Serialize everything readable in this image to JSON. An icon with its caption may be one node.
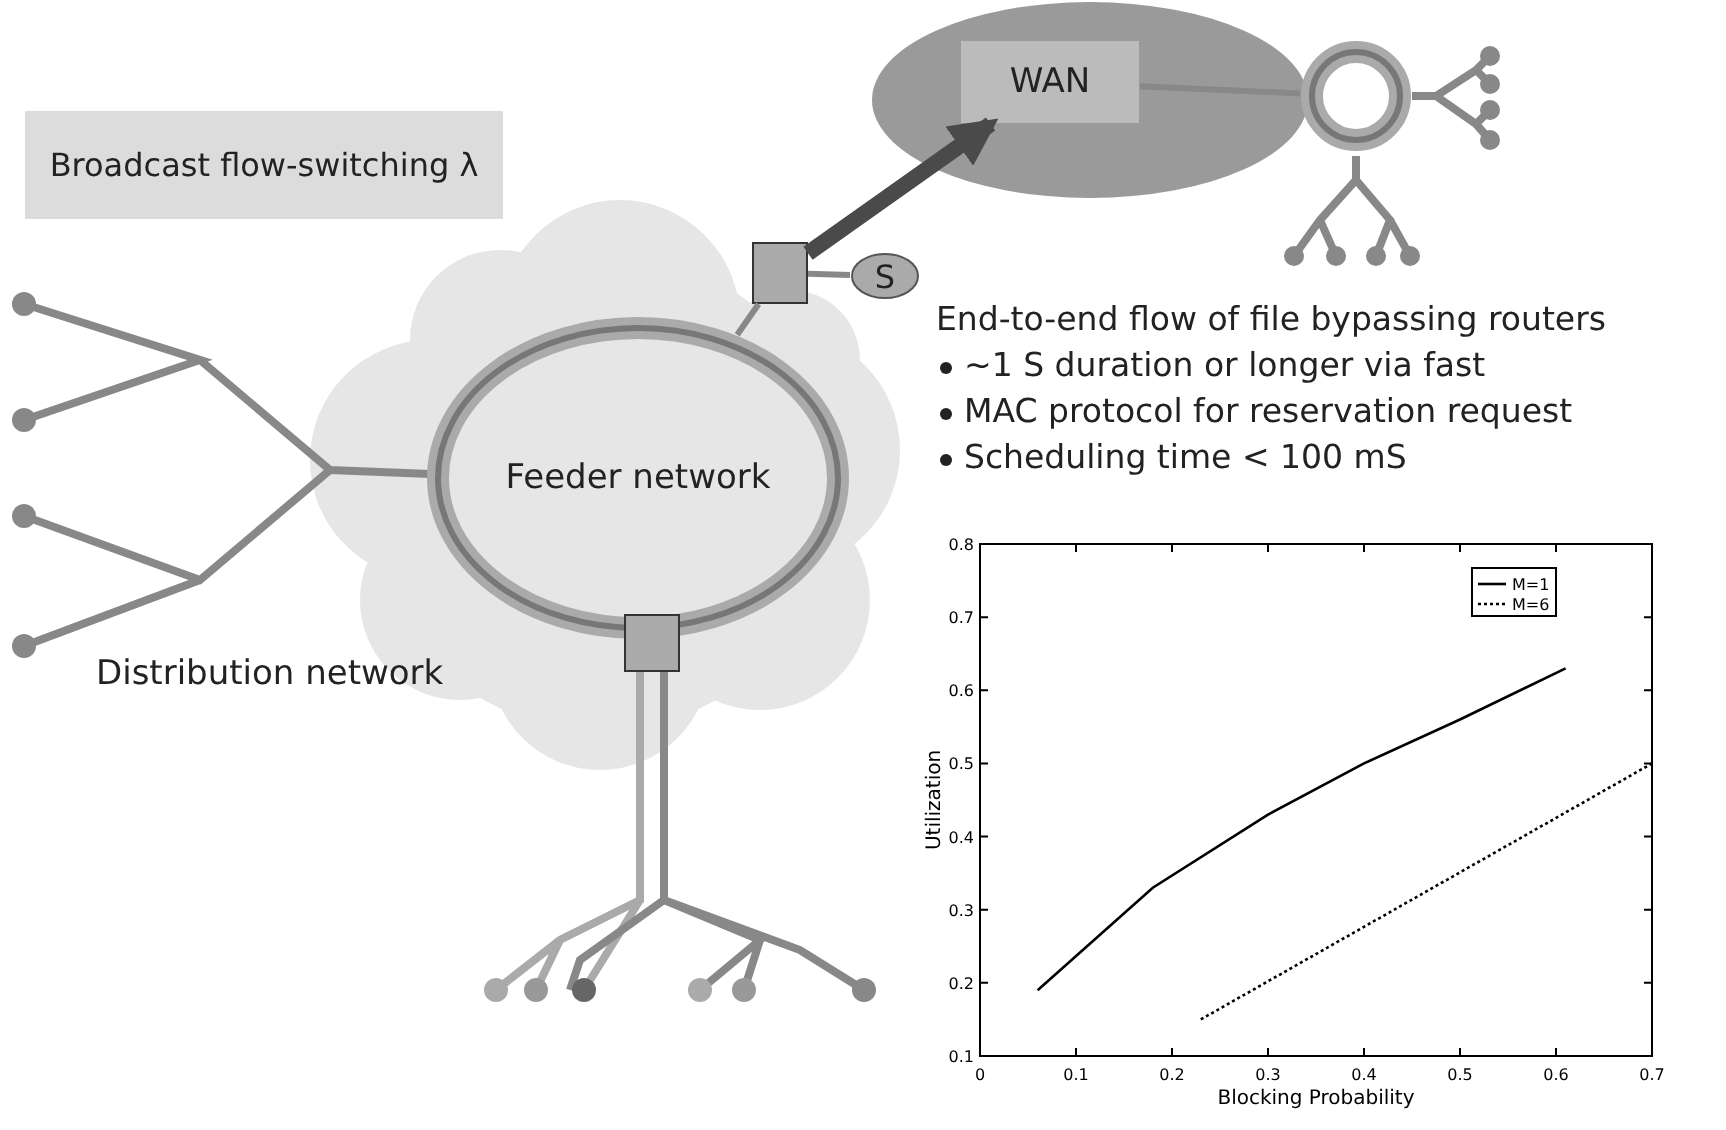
{
  "diagram": {
    "nodes": [
      {
        "text": [
          "Broadcast flow-switching λ"
        ]
      },
      {
        "text": [
          "Feeder network"
        ]
      },
      {
        "text": [],
        "shape": "ellipse"
      },
      {
        "text": [
          "WAN"
        ],
        "in": 2
      },
      {
        "text": [],
        "shape": "box"
      },
      {
        "text": [
          "S"
        ]
      },
      {
        "text": [],
        "shape": "box"
      },
      {
        "text": [],
        "shape": "circle"
      }
    ],
    "edges": [
      {
        "from": 1,
        "to": 4,
        "arrow": "none"
      },
      {
        "from": 4,
        "to": 5,
        "arrow": "none"
      },
      {
        "from": 4,
        "to": 3,
        "arrow": "to",
        "style": "thick",
        "color": "#4a4a4a"
      },
      {
        "from": 3,
        "to": 7,
        "arrow": "none"
      }
    ],
    "labels": [
      "Distribution network",
      "End-to-end flow of file bypassing routers",
      "~1 S duration or longer via fast",
      "MAC protocol for reservation request",
      "Scheduling time < 100 mS"
    ],
    "chart_data": {
      "type": "line",
      "xlabel": "Blocking Probability",
      "ylabel": "Utilization",
      "x": [
        0.06,
        0.18,
        0.3,
        0.4,
        0.5,
        0.61,
        0.23,
        0.7
      ],
      "series": [
        {
          "name": "M=1",
          "color": "#000000",
          "line_style": "solid",
          "values": [
            0.19,
            0.33,
            0.43,
            0.5,
            0.56,
            0.63,
            null,
            null
          ]
        },
        {
          "name": "M=6",
          "color": "#000000",
          "line_style": "dotted",
          "values": [
            null,
            null,
            null,
            null,
            null,
            null,
            0.15,
            0.5
          ]
        }
      ],
      "legend": true,
      "xlim": [
        0,
        0.7
      ],
      "ylim": [
        0.1,
        0.8
      ],
      "xticks": [
        0,
        0.1,
        0.2,
        0.3,
        0.4,
        0.5,
        0.6,
        0.7
      ],
      "yticks": [
        0.1,
        0.2,
        0.3,
        0.4,
        0.5,
        0.6,
        0.7,
        0.8
      ]
    }
  }
}
